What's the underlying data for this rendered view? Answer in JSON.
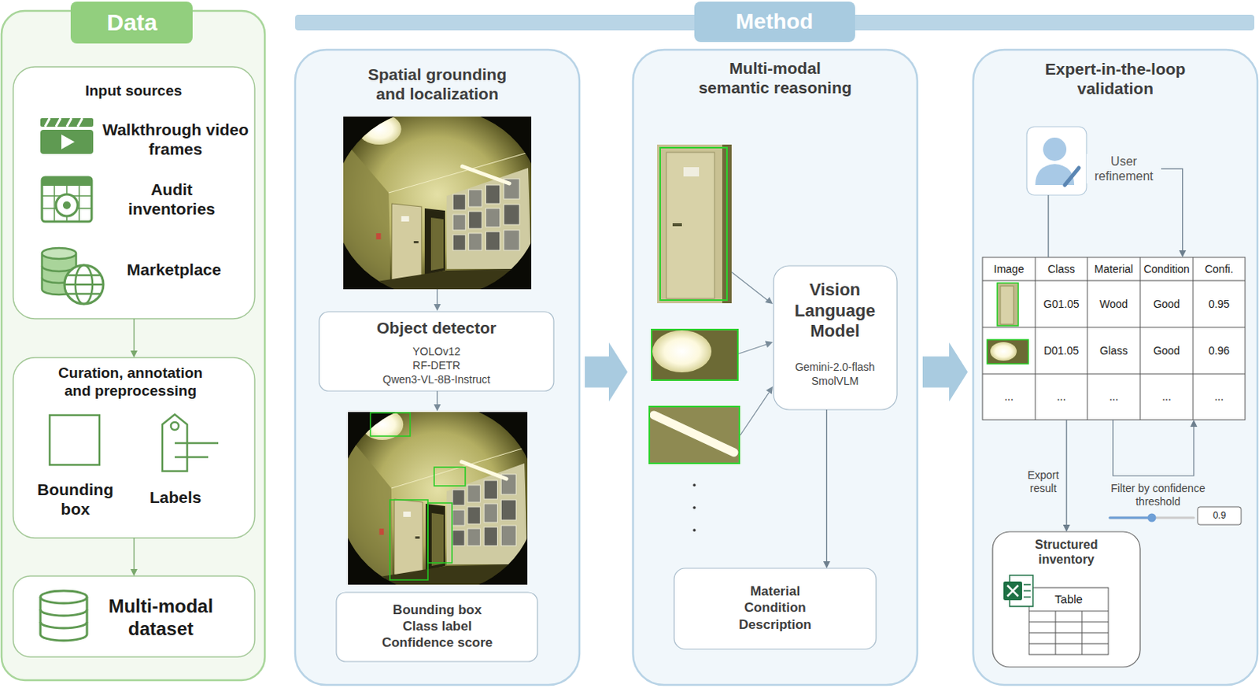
{
  "diagram": {
    "nodes": [
      {
        "text": [
          "Data"
        ]
      },
      {
        "text": [
          "Input sources",
          "Walkthrough video frames",
          "Audit inventories",
          "Marketplace"
        ],
        "in": 0
      },
      {
        "text": [
          "Curation, annotation and preprocessing",
          "Bounding box",
          "Labels"
        ],
        "in": 0
      },
      {
        "text": [
          "Multi-modal dataset"
        ],
        "in": 0
      },
      {
        "text": [
          "Method"
        ]
      },
      {
        "text": [
          "Spatial grounding and localization"
        ]
      },
      {
        "text": [
          "Object detector",
          "YOLOv12",
          "RF-DETR",
          "Qwen3-VL-8B-Instruct"
        ],
        "in": 5
      },
      {
        "text": [
          "Bounding box",
          "Class label",
          "Confidence score"
        ],
        "in": 5
      },
      {
        "text": [
          "Multi-modal semantic reasoning"
        ]
      },
      {
        "text": [
          "Vision Language Model",
          "Gemini-2.0-flash",
          "SmolVLM"
        ],
        "in": 8
      },
      {
        "text": [
          "Material",
          "Condition",
          "Description"
        ],
        "in": 8
      },
      {
        "text": [
          "Expert-in-the-loop validation"
        ]
      },
      {
        "text": [
          "User refinement"
        ],
        "in": 11
      },
      {
        "text": [
          "Image",
          "Class",
          "Material",
          "Condition",
          "Confi.",
          "G01.05",
          "Wood",
          "Good",
          "0.95",
          "D01.05",
          "Glass",
          "Good",
          "0.96",
          "...",
          "...",
          "...",
          "...",
          "..."
        ],
        "in": 11
      },
      {
        "text": [
          "Structured inventory",
          "Table"
        ],
        "in": 11
      },
      {
        "text": [
          "0.9"
        ],
        "in": 11
      }
    ],
    "edges": [
      {
        "from": 1,
        "to": 2,
        "arrow": "to"
      },
      {
        "from": 2,
        "to": 3,
        "arrow": "to"
      },
      {
        "from": 5,
        "to": 8,
        "arrow": "to"
      },
      {
        "from": 8,
        "to": 11,
        "arrow": "to"
      },
      {
        "from": 9,
        "to": 10,
        "arrow": "to"
      },
      {
        "from": 12,
        "to": 13,
        "arrow": "none"
      },
      {
        "from": 12,
        "to": 13,
        "arrow": "to"
      },
      {
        "from": 13,
        "to": 14,
        "arrow": "to",
        "label": "Export result"
      }
    ],
    "labels": [
      "Filter by confidence threshold"
    ]
  }
}
